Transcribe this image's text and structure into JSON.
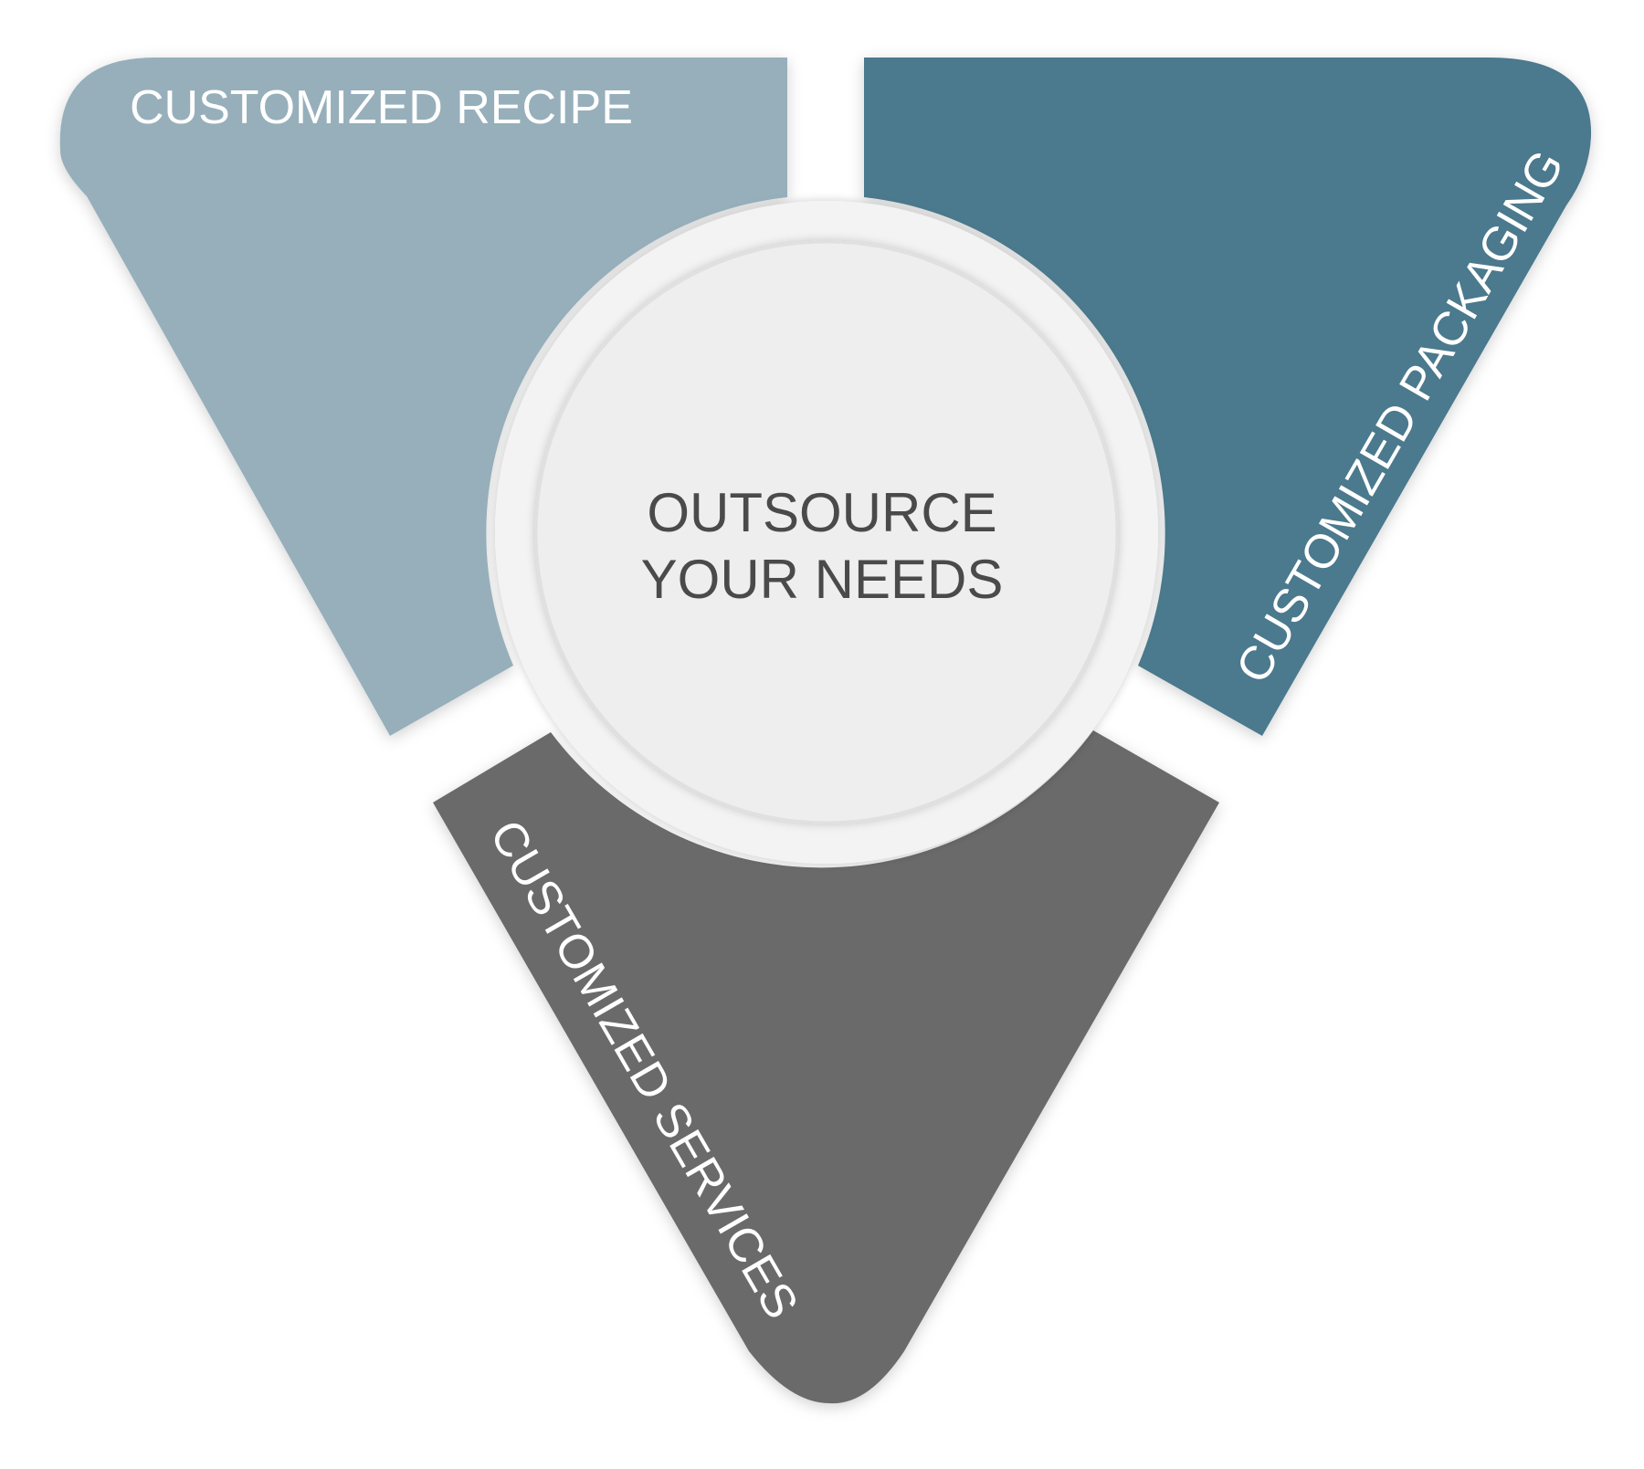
{
  "center": {
    "line1": "OUTSOURCE",
    "line2": "YOUR NEEDS"
  },
  "segments": [
    {
      "label": "CUSTOMIZED RECIPE",
      "color": "#96afbb"
    },
    {
      "label": "CUSTOMIZED PACKAGING",
      "color": "#4b798d"
    },
    {
      "label": "CUSTOMIZED SERVICES",
      "color": "#6b6b6b"
    }
  ]
}
